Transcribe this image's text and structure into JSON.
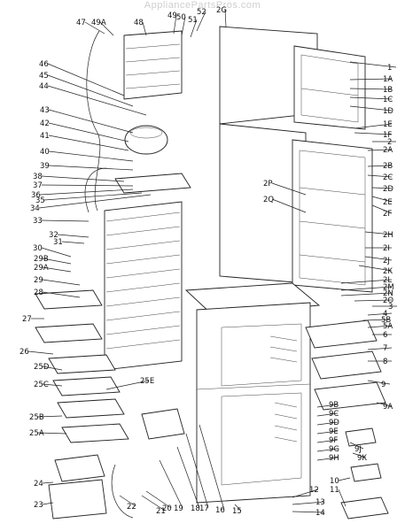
{
  "watermark": "AppliancePartsPros.com",
  "callouts": [
    {
      "id": "47",
      "text": "47"
    },
    {
      "id": "49A",
      "text": "49A"
    },
    {
      "id": "48",
      "text": "48"
    },
    {
      "id": "49",
      "text": "49"
    },
    {
      "id": "50",
      "text": "50"
    },
    {
      "id": "51",
      "text": "51"
    },
    {
      "id": "52",
      "text": "52"
    },
    {
      "id": "2G",
      "text": "2G"
    },
    {
      "id": "46",
      "text": "46"
    },
    {
      "id": "45",
      "text": "45"
    },
    {
      "id": "44",
      "text": "44"
    },
    {
      "id": "43",
      "text": "43"
    },
    {
      "id": "42",
      "text": "42"
    },
    {
      "id": "41",
      "text": "41"
    },
    {
      "id": "40",
      "text": "40"
    },
    {
      "id": "39",
      "text": "39"
    },
    {
      "id": "38",
      "text": "38"
    },
    {
      "id": "37",
      "text": "37"
    },
    {
      "id": "36",
      "text": "36"
    },
    {
      "id": "35",
      "text": "35"
    },
    {
      "id": "34",
      "text": "34"
    },
    {
      "id": "33",
      "text": "33"
    },
    {
      "id": "32",
      "text": "32"
    },
    {
      "id": "31",
      "text": "31"
    },
    {
      "id": "30",
      "text": "30"
    },
    {
      "id": "29B",
      "text": "29B"
    },
    {
      "id": "29A",
      "text": "29A"
    },
    {
      "id": "29",
      "text": "29"
    },
    {
      "id": "28",
      "text": "28"
    },
    {
      "id": "27",
      "text": "27"
    },
    {
      "id": "26",
      "text": "26"
    },
    {
      "id": "25D",
      "text": "25D"
    },
    {
      "id": "25C",
      "text": "25C"
    },
    {
      "id": "25E",
      "text": "25E"
    },
    {
      "id": "25B",
      "text": "25B"
    },
    {
      "id": "25A",
      "text": "25A"
    },
    {
      "id": "24",
      "text": "24"
    },
    {
      "id": "23",
      "text": "23"
    },
    {
      "id": "22",
      "text": "22"
    },
    {
      "id": "21",
      "text": "21"
    },
    {
      "id": "20",
      "text": "20"
    },
    {
      "id": "19",
      "text": "19"
    },
    {
      "id": "18",
      "text": "18"
    },
    {
      "id": "17",
      "text": "17"
    },
    {
      "id": "16",
      "text": "16"
    },
    {
      "id": "15",
      "text": "15"
    },
    {
      "id": "14",
      "text": "14"
    },
    {
      "id": "13",
      "text": "13"
    },
    {
      "id": "12",
      "text": "12"
    },
    {
      "id": "11",
      "text": "11"
    },
    {
      "id": "10",
      "text": "10"
    },
    {
      "id": "9",
      "text": "9"
    },
    {
      "id": "9A",
      "text": "9A"
    },
    {
      "id": "9B",
      "text": "9B"
    },
    {
      "id": "9C",
      "text": "9C"
    },
    {
      "id": "9D",
      "text": "9D"
    },
    {
      "id": "9E",
      "text": "9E"
    },
    {
      "id": "9F",
      "text": "9F"
    },
    {
      "id": "9G",
      "text": "9G"
    },
    {
      "id": "9H",
      "text": "9H"
    },
    {
      "id": "9J",
      "text": "9J"
    },
    {
      "id": "9K",
      "text": "9K"
    },
    {
      "id": "8",
      "text": "8"
    },
    {
      "id": "7",
      "text": "7"
    },
    {
      "id": "6",
      "text": "6"
    },
    {
      "id": "5A",
      "text": "5A"
    },
    {
      "id": "5B",
      "text": "5B"
    },
    {
      "id": "4",
      "text": "4"
    },
    {
      "id": "3",
      "text": "3"
    },
    {
      "id": "2O",
      "text": "2O"
    },
    {
      "id": "2N",
      "text": "2N"
    },
    {
      "id": "2M",
      "text": "2M"
    },
    {
      "id": "2L",
      "text": "2L"
    },
    {
      "id": "2K",
      "text": "2K"
    },
    {
      "id": "2J",
      "text": "2J"
    },
    {
      "id": "2I",
      "text": "2I"
    },
    {
      "id": "2H",
      "text": "2H"
    },
    {
      "id": "2F",
      "text": "2F"
    },
    {
      "id": "2E",
      "text": "2E"
    },
    {
      "id": "2D",
      "text": "2D"
    },
    {
      "id": "2C",
      "text": "2C"
    },
    {
      "id": "2B",
      "text": "2B"
    },
    {
      "id": "2A",
      "text": "2A"
    },
    {
      "id": "2",
      "text": "2"
    },
    {
      "id": "1F",
      "text": "1F"
    },
    {
      "id": "1E",
      "text": "1E"
    },
    {
      "id": "1D",
      "text": "1D"
    },
    {
      "id": "1C",
      "text": "1C"
    },
    {
      "id": "1B",
      "text": "1B"
    },
    {
      "id": "1A",
      "text": "1A"
    },
    {
      "id": "1",
      "text": "1"
    },
    {
      "id": "2P",
      "text": "2P"
    },
    {
      "id": "2Q",
      "text": "2Q"
    },
    {
      "id": "2G_mid",
      "text": "2G"
    }
  ]
}
